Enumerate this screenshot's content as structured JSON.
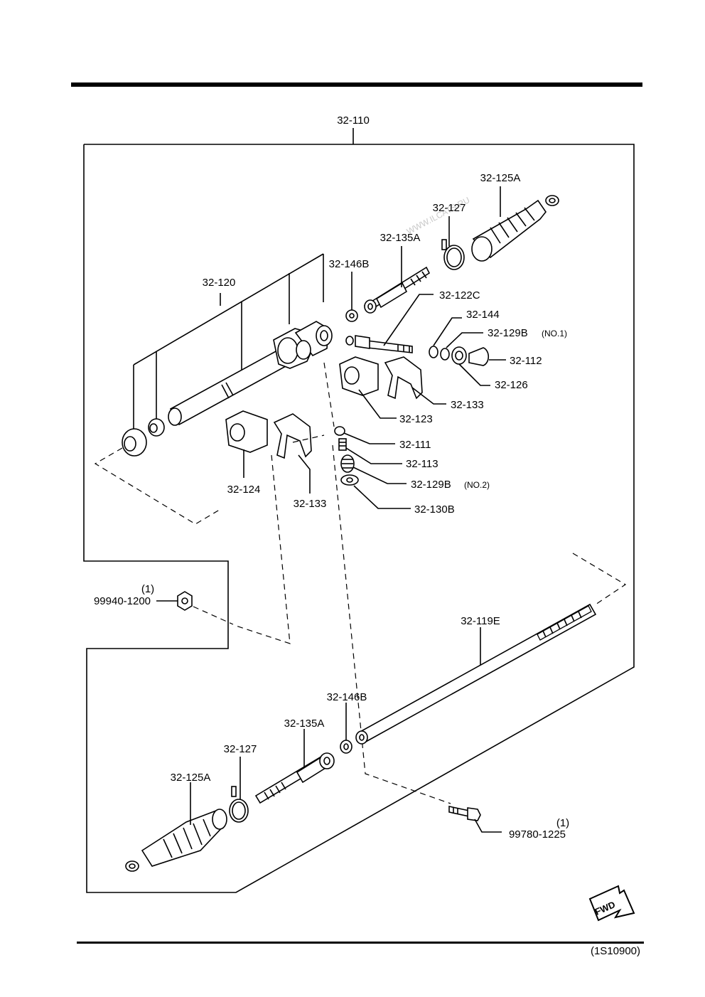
{
  "assembly": {
    "code": "32-110"
  },
  "labels": {
    "gear_housing": "32-120",
    "dust_boot_right": "32-125A",
    "boot_clamp_right": "32-127",
    "tie_rod_right": "32-135A",
    "lock_nut_right": "32-146B",
    "pinion": "32-122C",
    "snap_ring": "32-144",
    "o_ring_no1": "32-129B",
    "o_ring_no1_note": "(NO.1)",
    "cap": "32-112",
    "oil_seal": "32-126",
    "bracket_right": "32-133",
    "mount_rubber_right": "32-123",
    "support_yoke": "32-111",
    "spring": "32-113",
    "o_ring_no2": "32-129B",
    "o_ring_no2_note": "(NO.2)",
    "adjusting_cover": "32-130B",
    "mount_rubber_left": "32-124",
    "bracket_left": "32-133",
    "nut_code": "99940-1200",
    "nut_qty": "(1)",
    "rack": "32-119E",
    "lock_nut_left": "32-146B",
    "tie_rod_left": "32-135A",
    "boot_clamp_left": "32-127",
    "dust_boot_left": "32-125A",
    "bolt_code": "99780-1225",
    "bolt_qty": "(1)"
  },
  "fwd_label": "FWD",
  "watermark": "WWW.ILCATS.RU",
  "figure_code": "(1S10900)",
  "icons": {
    "fwd_arrow": "fwd-arrow-icon"
  }
}
